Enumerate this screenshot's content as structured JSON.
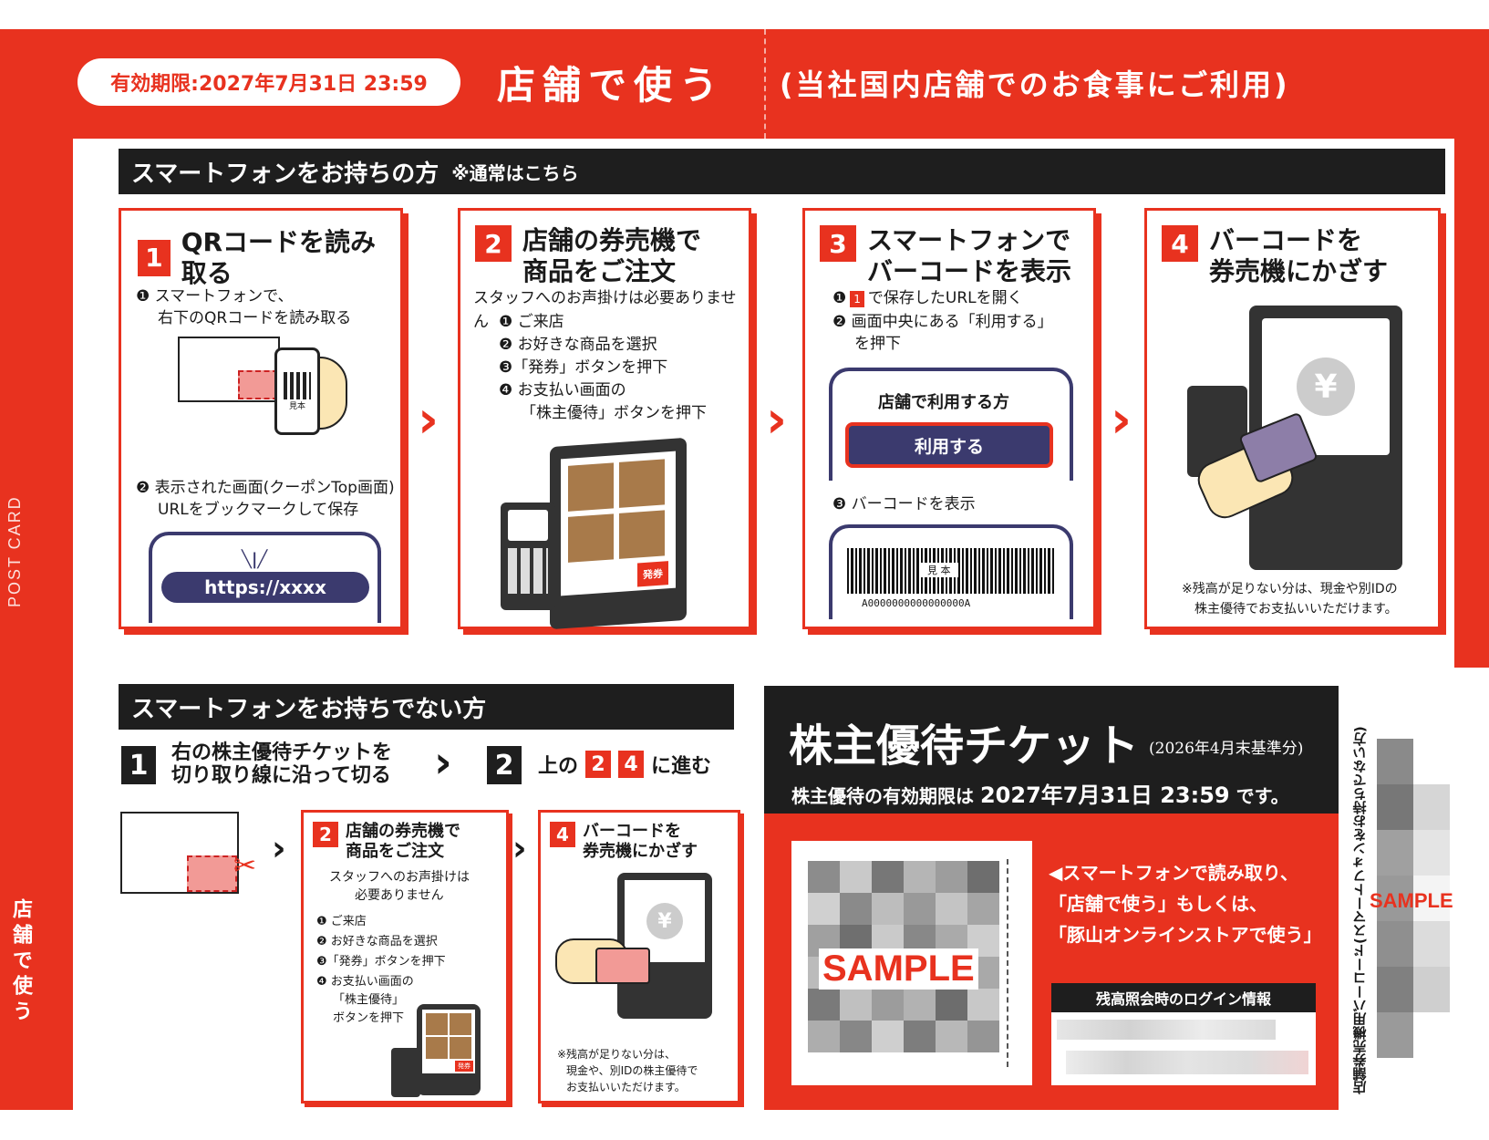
{
  "side": {
    "postcard": "POST CARD",
    "vertical_title": "店舗で使う"
  },
  "header": {
    "expiry": "有効期限:2027年7月31日 23:59",
    "title": "店舗で使う",
    "subtitle": "(当社国内店舗でのお食事にご利用)"
  },
  "smartphone": {
    "bar_title": "スマートフォンをお持ちの方",
    "bar_note": "※通常はこちら",
    "steps": [
      {
        "num": "1",
        "title": "QRコードを読み取る",
        "line1": "❶ スマートフォンで、",
        "line2": "右下のQRコードを読み取る",
        "qr_mark": "見本",
        "line3": "❷ 表示された画面(クーポンTop画面)",
        "line4": "URLをブックマークして保存",
        "url": "https://xxxx"
      },
      {
        "num": "2",
        "title_1": "店舗の券売機で",
        "title_2": "商品をご注文",
        "note": "スタッフへのお声掛けは必要ありません",
        "items": [
          "❶ ご来店",
          "❷ お好きな商品を選択",
          "❸「発券」ボタンを押下",
          "❹ お支払い画面の",
          "「株主優待」ボタンを押下"
        ],
        "kiosk_button": "発券"
      },
      {
        "num": "3",
        "title_1": "スマートフォンで",
        "title_2": "バーコードを表示",
        "item1_badge": "1",
        "item1": "で保存したURLを開く",
        "item1_prefix": "❶",
        "item2": "❷ 画面中央にある「利用する」",
        "item2b": "を押下",
        "screen_label": "店舗で利用する方",
        "use_button": "利用する",
        "item3": "❸ バーコードを表示",
        "barcode_mark": "見 本",
        "barcode_number": "A0000000000000000A"
      },
      {
        "num": "4",
        "title_1": "バーコードを",
        "title_2": "券売機にかざす",
        "yen": "¥",
        "note_1": "※残高が足りない分は、現金や別IDの",
        "note_2": "株主優待でお支払いいただけます。"
      }
    ]
  },
  "no_smartphone": {
    "bar_title": "スマートフォンをお持ちでない方",
    "step1_num": "1",
    "step1_text_1": "右の株主優待チケットを",
    "step1_text_2": "切り取り線に沿って切る",
    "step2_num": "2",
    "step2_prefix": "上の",
    "step2_badge_a": "2",
    "step2_badge_b": "4",
    "step2_suffix": "に進む",
    "card2": {
      "num": "2",
      "title_1": "店舗の券売機で",
      "title_2": "商品をご注文",
      "note_1": "スタッフへのお声掛けは",
      "note_2": "必要ありません",
      "items": [
        "❶ ご来店",
        "❷ お好きな商品を選択",
        "❸「発券」ボタンを押下",
        "❹ お支払い画面の",
        "「株主優待」",
        "ボタンを押下"
      ],
      "kiosk_button": "発券"
    },
    "card4": {
      "num": "4",
      "title_1": "バーコードを",
      "title_2": "券売機にかざす",
      "yen": "¥",
      "note_1": "※残高が足りない分は、",
      "note_2": "現金や、別IDの株主優待で",
      "note_3": "お支払いいただけます。"
    }
  },
  "ticket": {
    "title": "株主優待チケット",
    "basis": "(2026年4月末基準分)",
    "validity_prefix": "株主優待の有効期限は",
    "validity_date": "2027年7月31日 23:59",
    "validity_suffix": "です。",
    "sample": "SAMPLE",
    "text_1": "◀スマートフォンで読み取り、",
    "text_2": "「店舗で使う」もしくは、",
    "text_3": "「豚山オンラインストアで使う」",
    "login_title": "残高照会時のログイン情報"
  },
  "barcode_strip": {
    "vertical_label": "店舗券売機用バーコード(スマートフォンをお持ちでない方)",
    "sample": "SAMPLE"
  },
  "colors": {
    "brand_red": "#e8321f",
    "dark": "#1e1e1e",
    "navy_button": "#3b3a6e"
  }
}
